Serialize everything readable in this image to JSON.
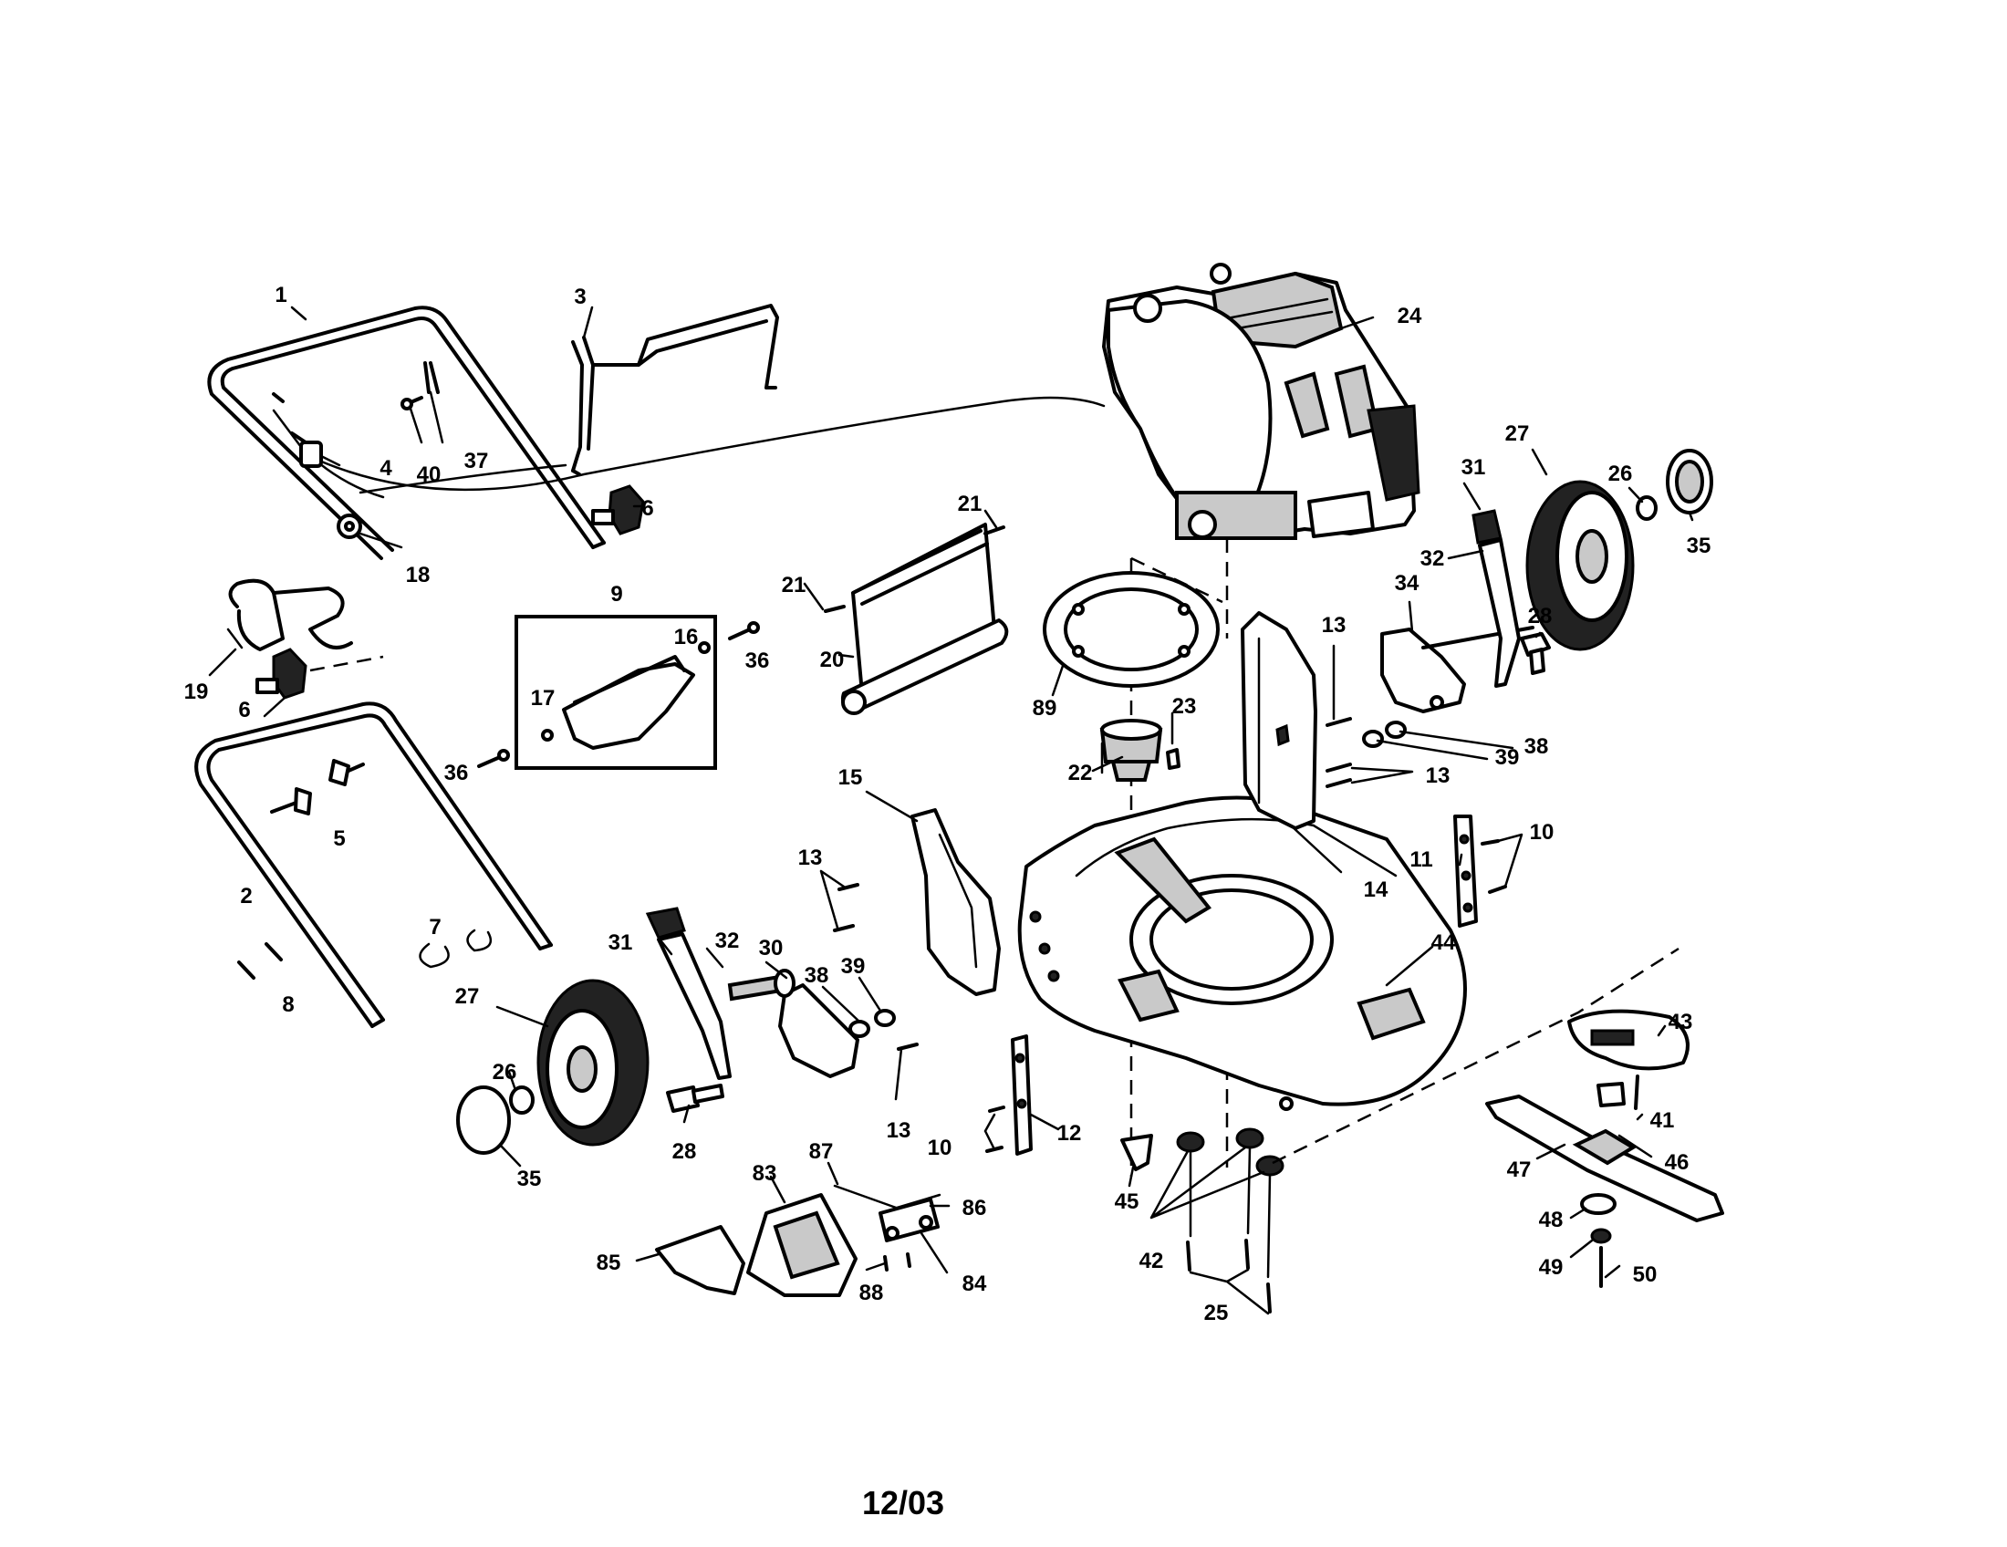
{
  "footer": {
    "date_code": "12/03"
  },
  "labels": [
    {
      "id": "1",
      "text": "1"
    },
    {
      "id": "2",
      "text": "2"
    },
    {
      "id": "3",
      "text": "3"
    },
    {
      "id": "4",
      "text": "4"
    },
    {
      "id": "5",
      "text": "5"
    },
    {
      "id": "6a",
      "text": "6"
    },
    {
      "id": "6b",
      "text": "6"
    },
    {
      "id": "7",
      "text": "7"
    },
    {
      "id": "8",
      "text": "8"
    },
    {
      "id": "9",
      "text": "9"
    },
    {
      "id": "10a",
      "text": "10"
    },
    {
      "id": "10b",
      "text": "10"
    },
    {
      "id": "11",
      "text": "11"
    },
    {
      "id": "12",
      "text": "12"
    },
    {
      "id": "13a",
      "text": "13"
    },
    {
      "id": "13b",
      "text": "13"
    },
    {
      "id": "13c",
      "text": "13"
    },
    {
      "id": "13d",
      "text": "13"
    },
    {
      "id": "14",
      "text": "14"
    },
    {
      "id": "15",
      "text": "15"
    },
    {
      "id": "16",
      "text": "16"
    },
    {
      "id": "17",
      "text": "17"
    },
    {
      "id": "18",
      "text": "18"
    },
    {
      "id": "19",
      "text": "19"
    },
    {
      "id": "20",
      "text": "20"
    },
    {
      "id": "21a",
      "text": "21"
    },
    {
      "id": "21b",
      "text": "21"
    },
    {
      "id": "22",
      "text": "22"
    },
    {
      "id": "23",
      "text": "23"
    },
    {
      "id": "24",
      "text": "24"
    },
    {
      "id": "25",
      "text": "25"
    },
    {
      "id": "26a",
      "text": "26"
    },
    {
      "id": "26b",
      "text": "26"
    },
    {
      "id": "27a",
      "text": "27"
    },
    {
      "id": "27b",
      "text": "27"
    },
    {
      "id": "28a",
      "text": "28"
    },
    {
      "id": "28b",
      "text": "28"
    },
    {
      "id": "30",
      "text": "30"
    },
    {
      "id": "31a",
      "text": "31"
    },
    {
      "id": "31b",
      "text": "31"
    },
    {
      "id": "32a",
      "text": "32"
    },
    {
      "id": "32b",
      "text": "32"
    },
    {
      "id": "34",
      "text": "34"
    },
    {
      "id": "35a",
      "text": "35"
    },
    {
      "id": "35b",
      "text": "35"
    },
    {
      "id": "36a",
      "text": "36"
    },
    {
      "id": "36b",
      "text": "36"
    },
    {
      "id": "37",
      "text": "37"
    },
    {
      "id": "38a",
      "text": "38"
    },
    {
      "id": "38b",
      "text": "38"
    },
    {
      "id": "39a",
      "text": "39"
    },
    {
      "id": "39b",
      "text": "39"
    },
    {
      "id": "40",
      "text": "40"
    },
    {
      "id": "41",
      "text": "41"
    },
    {
      "id": "42",
      "text": "42"
    },
    {
      "id": "43",
      "text": "43"
    },
    {
      "id": "44",
      "text": "44"
    },
    {
      "id": "45",
      "text": "45"
    },
    {
      "id": "46",
      "text": "46"
    },
    {
      "id": "47",
      "text": "47"
    },
    {
      "id": "48",
      "text": "48"
    },
    {
      "id": "49",
      "text": "49"
    },
    {
      "id": "50",
      "text": "50"
    },
    {
      "id": "83",
      "text": "83"
    },
    {
      "id": "84",
      "text": "84"
    },
    {
      "id": "85",
      "text": "85"
    },
    {
      "id": "86",
      "text": "86"
    },
    {
      "id": "87",
      "text": "87"
    },
    {
      "id": "88",
      "text": "88"
    },
    {
      "id": "89",
      "text": "89"
    }
  ]
}
